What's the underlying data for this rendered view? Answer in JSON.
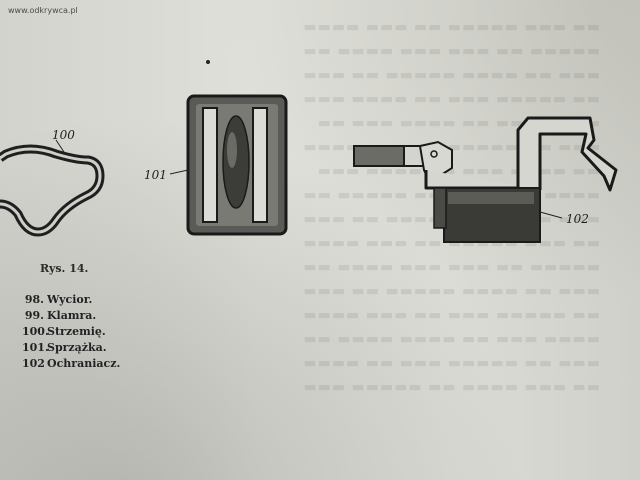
{
  "watermark": "www.odkrywca.pl",
  "labels": {
    "part_100": "100",
    "part_101": "101",
    "part_102": "102"
  },
  "caption": "Rys. 14.",
  "legend": [
    {
      "num": "98.",
      "text": "Wycior."
    },
    {
      "num": "99.",
      "text": "Klamra."
    },
    {
      "num": "100.",
      "text": "Strzemię."
    },
    {
      "num": "101.",
      "text": "Sprzążka."
    },
    {
      "num": "102",
      "text": "Ochraniacz."
    }
  ]
}
